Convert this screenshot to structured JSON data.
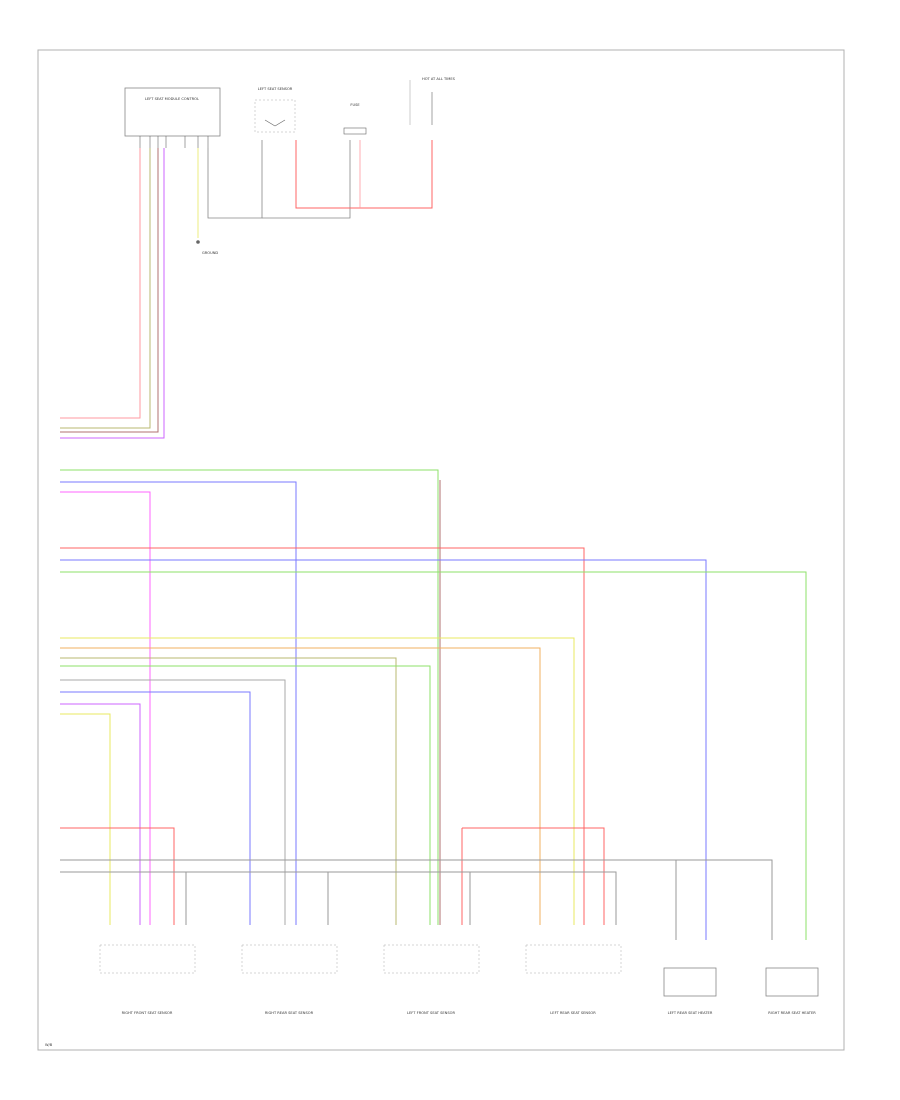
{
  "colors": {
    "border": "#b0b0b0",
    "ground": "#9a9a9a",
    "red": "#ff6464",
    "pink": "#ff9aa0",
    "green": "#8ee06a",
    "blue": "#7a7aff",
    "violet": "#cc66ff",
    "magenta": "#ff66ff",
    "yellow": "#e8e860",
    "orange": "#f0b060",
    "brown": "#b07070",
    "olive": "#b8b870",
    "gray": "#aaaaaa"
  },
  "components": {
    "module_top": "LEFT SEAT MODULE CONTROL",
    "sensor_top": "LEFT SEAT SENSOR",
    "fuse_top": "FUSE",
    "hot_top": "HOT AT ALL TIMES",
    "ground_top": "GROUND",
    "bottom_labels": [
      "RIGHT FRONT SEAT SENSOR",
      "RIGHT REAR SEAT SENSOR",
      "LEFT FRONT SEAT SENSOR",
      "LEFT REAR SEAT SENSOR",
      "LEFT REAR SEAT HEATER",
      "RIGHT REAR SEAT HEATER"
    ]
  },
  "footer": {
    "code": "W/B"
  }
}
